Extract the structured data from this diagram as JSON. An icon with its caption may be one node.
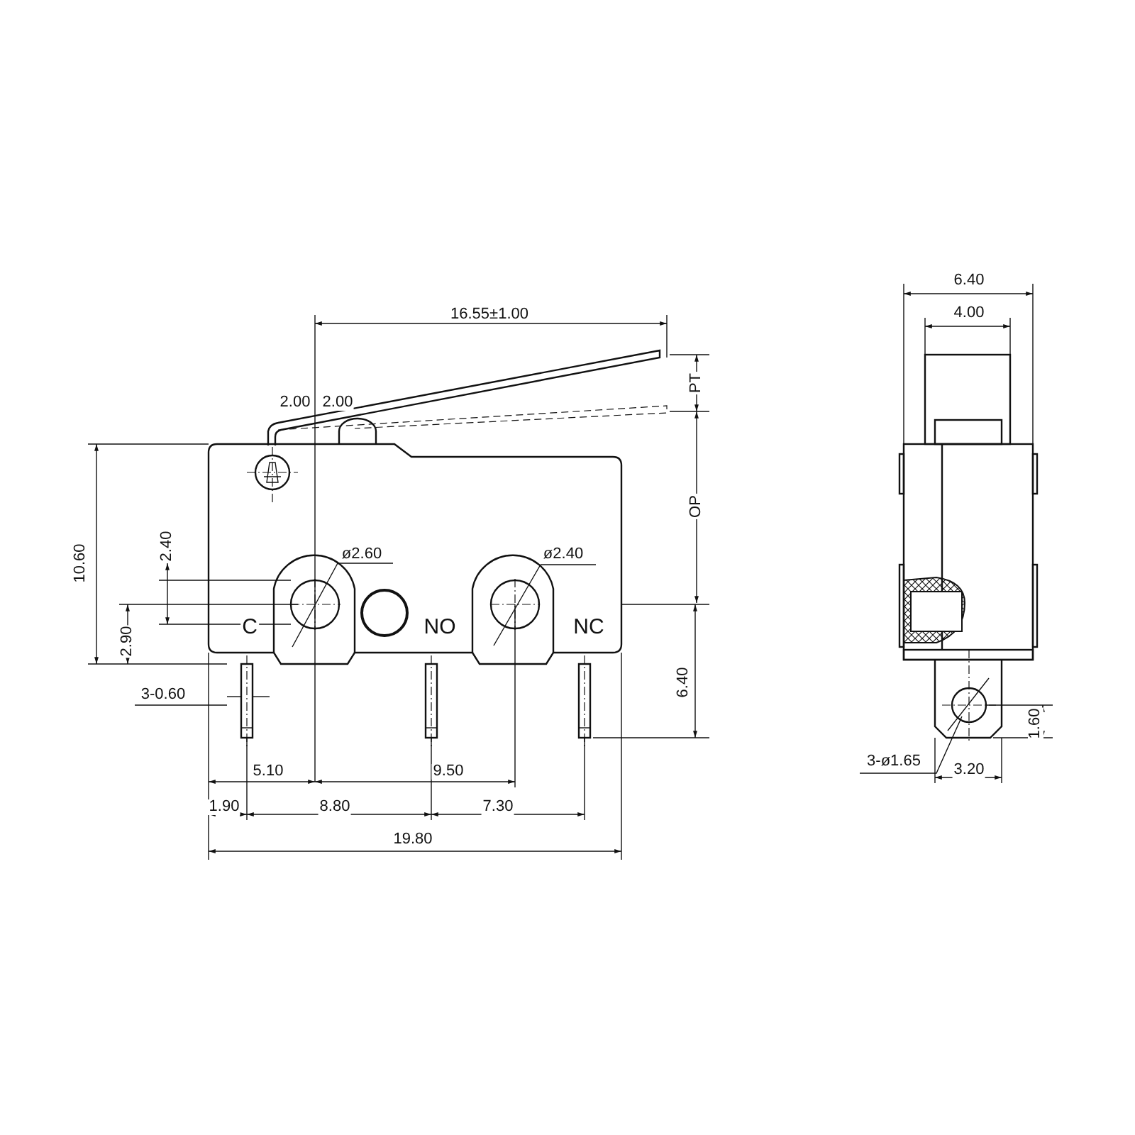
{
  "diagram": {
    "labels": [
      "16.55±1.00",
      "PT",
      "2.00",
      "2.00",
      "OP",
      "10.60",
      "2.40",
      "ø2.60",
      "ø2.40",
      "2.90",
      "C",
      "NO",
      "NC",
      "6.40",
      "3-0.60",
      "5.10",
      "9.50",
      "1.90",
      "8.80",
      "7.30",
      "19.80",
      "6.40",
      "4.00",
      "1.60",
      "3-ø1.65",
      "3.20"
    ]
  }
}
